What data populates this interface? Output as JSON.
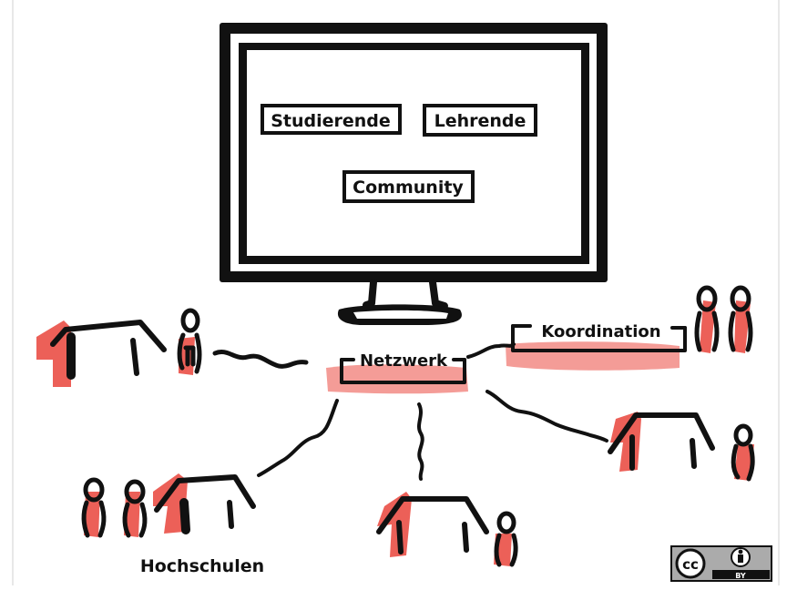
{
  "labels": {
    "studierende": "Studierende",
    "lehrende": "Lehrende",
    "community": "Community",
    "netzwerk": "Netzwerk",
    "koordination": "Koordination",
    "hochschulen": "Hochschulen"
  },
  "license": {
    "cc": "cc",
    "by": "BY"
  },
  "colors": {
    "ink": "#111111",
    "accent": "#e9443b",
    "paper": "#ffffff"
  }
}
